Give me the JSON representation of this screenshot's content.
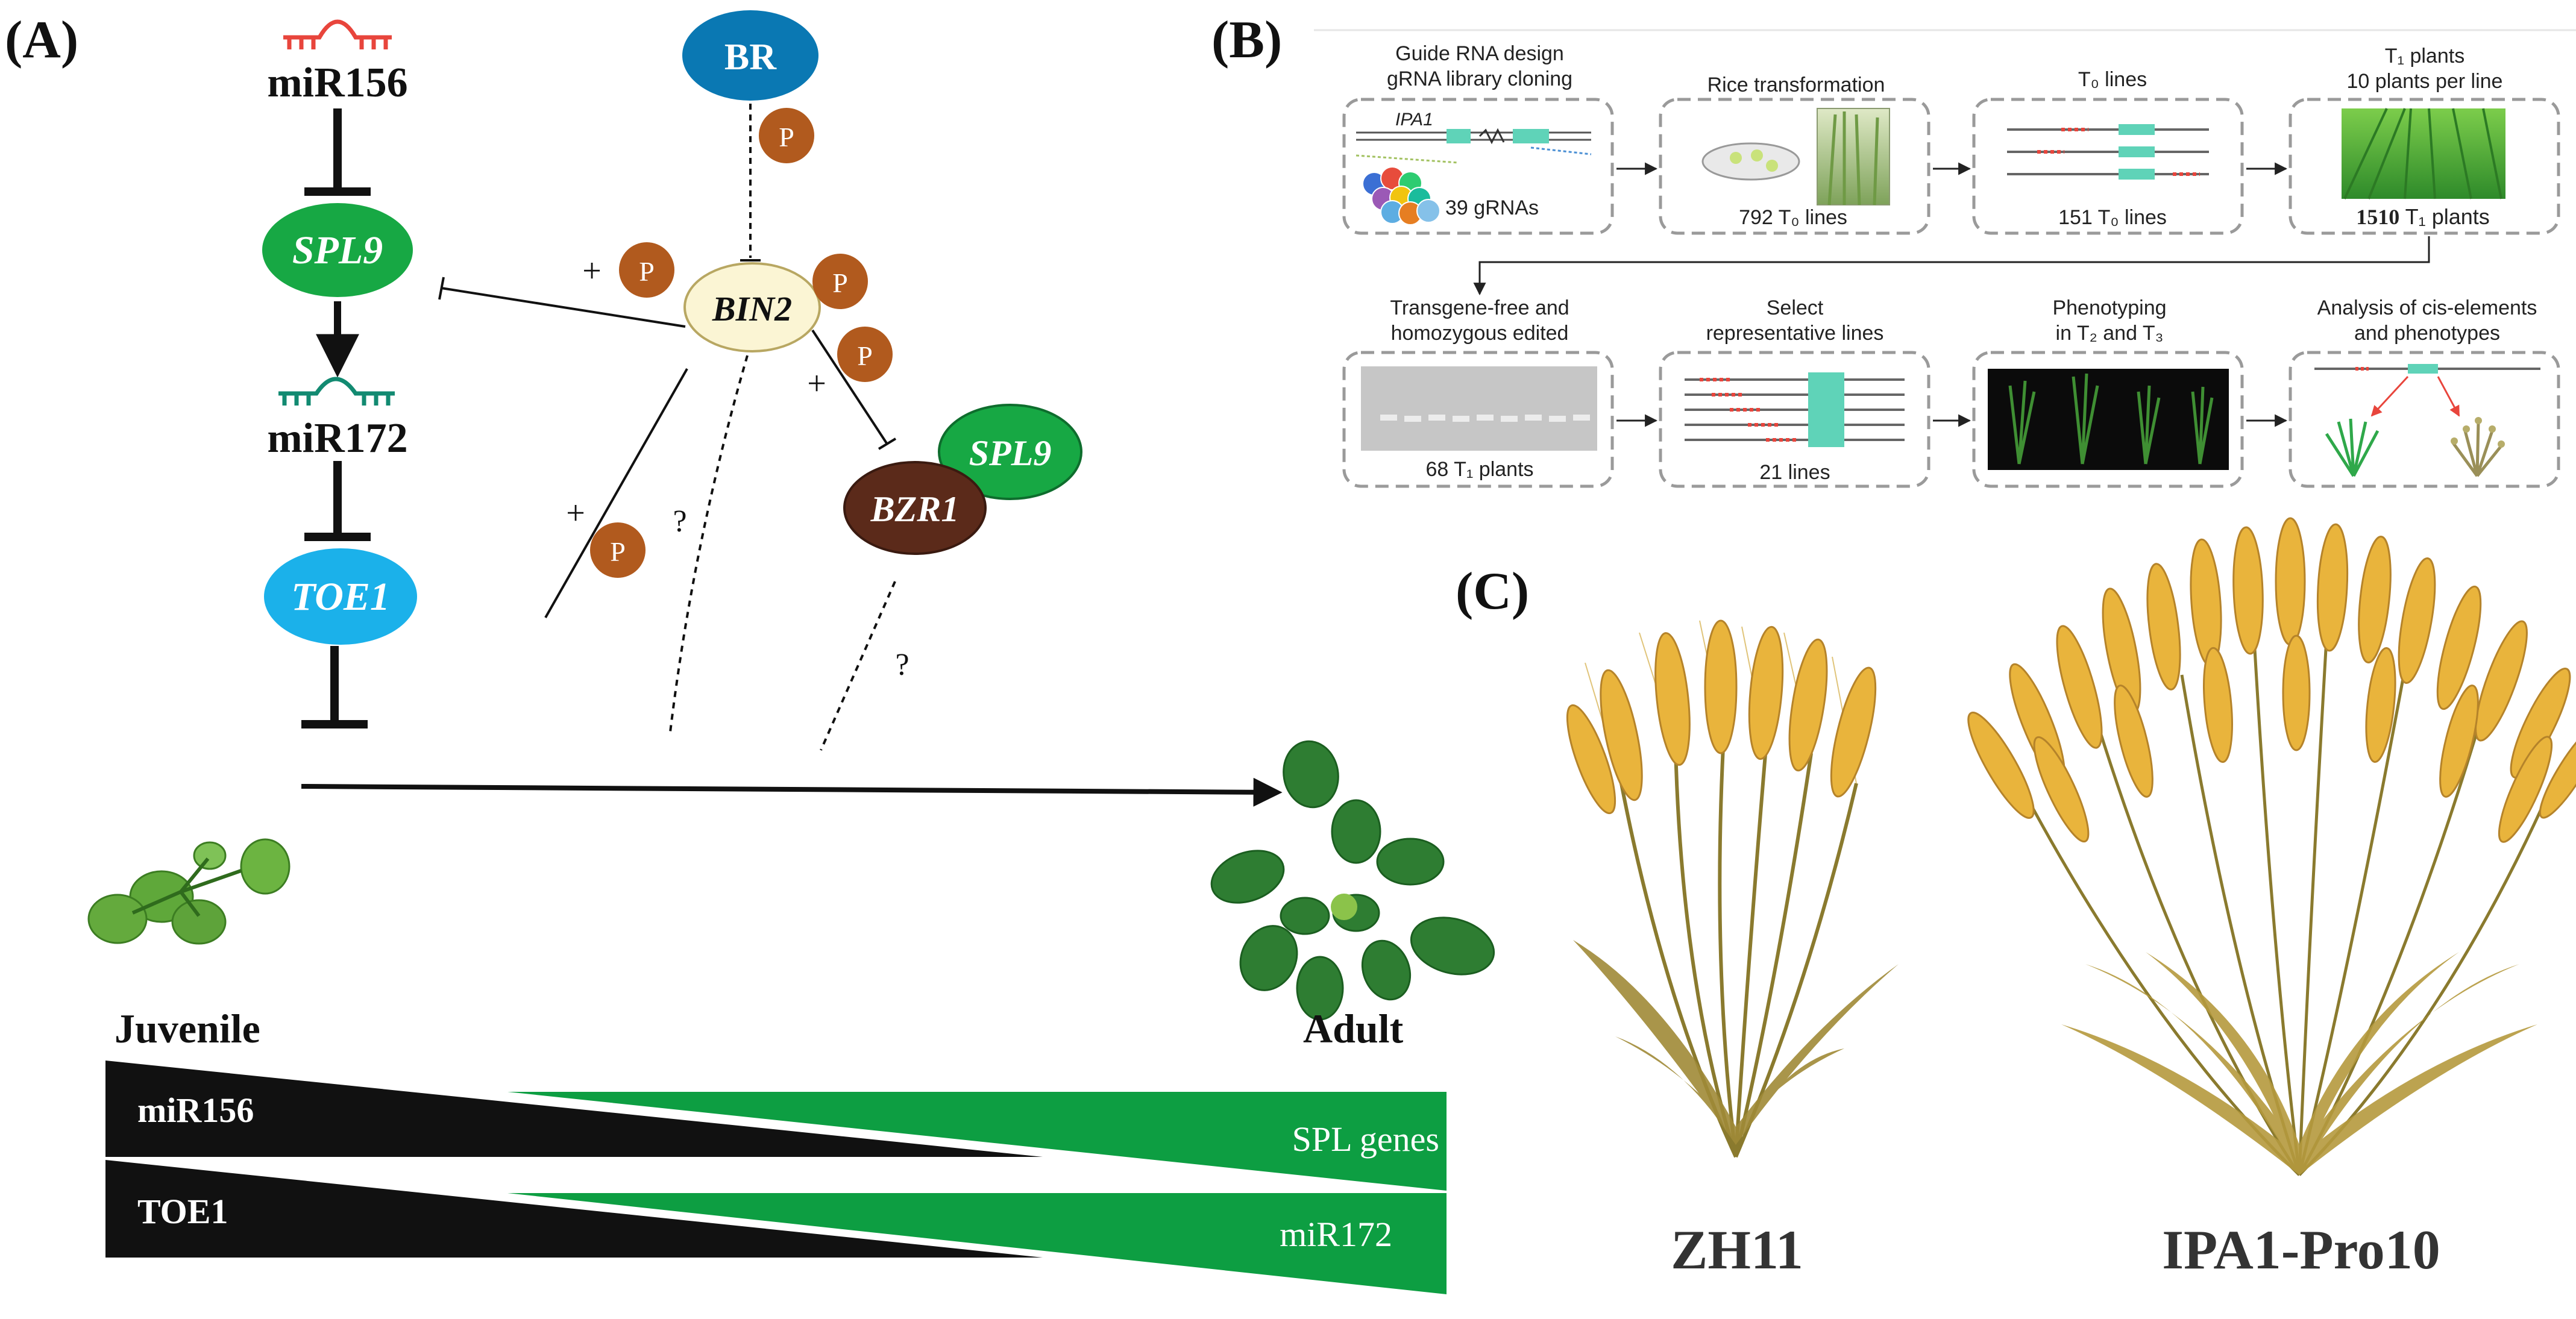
{
  "colors": {
    "spl9_green": "#17a844",
    "toe1_blue": "#1bb1ea",
    "br_blue": "#0a78b3",
    "bin2_cream": "#fbf5d4",
    "bzr1_brown": "#5b2a1a",
    "phospho_brown": "#b15a1e",
    "mir156_red": "#e8453c",
    "mir172_teal": "#128a71",
    "triangle_black": "#111111",
    "triangle_green": "#0d9e42",
    "wheat_gold": "#e9b43c",
    "leaf_olive": "#a08a37",
    "panel_dash": "#9a9a9a",
    "cell_teal": "#5fd3b8"
  },
  "panelA": {
    "label": "(A)",
    "mir156": "miR156",
    "spl9": "SPL9",
    "mir172": "miR172",
    "toe1": "TOE1",
    "br": "BR",
    "bin2": "BIN2",
    "bzr1": "BZR1",
    "spl9_partner": "SPL9",
    "phospho": "P",
    "plus": "+",
    "question": "?",
    "juvenile": "Juvenile",
    "adult": "Adult",
    "bar_top_left": "miR156",
    "bar_top_right": "SPL genes",
    "bar_bottom_left": "TOE1",
    "bar_bottom_right": "miR172"
  },
  "panelB": {
    "label": "(B)",
    "steps": [
      {
        "title_lines": [
          "Guide RNA design",
          "gRNA library cloning"
        ],
        "gene": "IPA1",
        "caption": "39 gRNAs"
      },
      {
        "title_lines": [
          "Rice transformation"
        ],
        "caption": "792 T₀ lines"
      },
      {
        "title_lines": [
          "T₀ lines"
        ],
        "caption": "151 T₀ lines"
      },
      {
        "title_lines": [
          "T₁ plants",
          "10 plants per line"
        ],
        "caption_bold": "1510",
        "caption_rest": " T₁ plants"
      },
      {
        "title_lines": [
          "Transgene-free and",
          "homozygous edited"
        ],
        "caption": "68 T₁ plants"
      },
      {
        "title_lines": [
          "Select",
          "representative lines"
        ],
        "caption": "21 lines"
      },
      {
        "title_lines": [
          "Phenotyping",
          "in T₂ and T₃"
        ],
        "caption": ""
      },
      {
        "title_lines": [
          "Analysis of cis-elements",
          "and phenotypes"
        ],
        "caption": ""
      }
    ]
  },
  "panelC": {
    "label": "(C)",
    "left_caption": "ZH11",
    "right_caption": "IPA1-Pro10"
  }
}
